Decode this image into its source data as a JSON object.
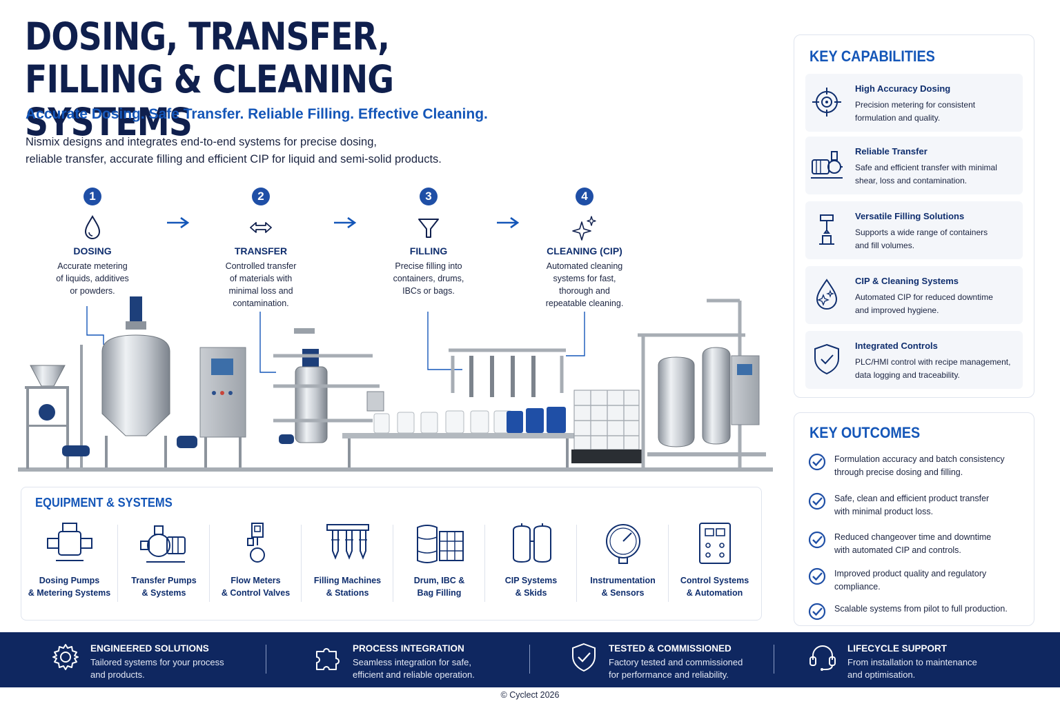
{
  "header": {
    "title_line1": "DOSING, TRANSFER,",
    "title_line2": "FILLING & CLEANING SYSTEMS",
    "tagline": "Accurate Dosing. Safe Transfer. Reliable Filling. Effective Cleaning.",
    "intro_line1": "Nismix designs and integrates end-to-end systems for precise dosing,",
    "intro_line2": "reliable transfer, accurate filling and efficient CIP for liquid and semi-solid products."
  },
  "steps": [
    {
      "num": "1",
      "icon": "droplet-icon",
      "name": "DOSING",
      "lines": [
        "Accurate metering",
        "of liquids, additives",
        "or powders."
      ]
    },
    {
      "num": "2",
      "icon": "double-arrow-icon",
      "name": "TRANSFER",
      "lines": [
        "Controlled transfer",
        "of materials with",
        "minimal loss and",
        "contamination."
      ]
    },
    {
      "num": "3",
      "icon": "funnel-icon",
      "name": "FILLING",
      "lines": [
        "Precise filling into",
        "containers, drums,",
        "IBCs or bags."
      ]
    },
    {
      "num": "4",
      "icon": "sparkle-icon",
      "name": "CLEANING (CIP)",
      "lines": [
        "Automated cleaning",
        "systems for fast,",
        "thorough and",
        "repeatable cleaning."
      ]
    }
  ],
  "equipment": {
    "title": "EQUIPMENT & SYSTEMS",
    "items": [
      {
        "icon": "dosing-pump-icon",
        "line1": "Dosing Pumps",
        "line2": "& Metering Systems"
      },
      {
        "icon": "transfer-pump-icon",
        "line1": "Transfer Pumps",
        "line2": "& Systems"
      },
      {
        "icon": "flow-meter-icon",
        "line1": "Flow Meters",
        "line2": "& Control Valves"
      },
      {
        "icon": "filling-nozzles-icon",
        "line1": "Filling Machines",
        "line2": "& Stations"
      },
      {
        "icon": "drum-ibc-icon",
        "line1": "Drum, IBC &",
        "line2": "Bag Filling"
      },
      {
        "icon": "cip-tanks-icon",
        "line1": "CIP Systems",
        "line2": "& Skids"
      },
      {
        "icon": "gauge-icon",
        "line1": "Instrumentation",
        "line2": "& Sensors"
      },
      {
        "icon": "control-panel-icon",
        "line1": "Control Systems",
        "line2": "& Automation"
      }
    ]
  },
  "capabilities": {
    "title": "KEY CAPABILITIES",
    "items": [
      {
        "icon": "target-icon",
        "name": "High Accuracy Dosing",
        "line1": "Precision metering for consistent",
        "line2": "formulation and quality."
      },
      {
        "icon": "pump-icon",
        "name": "Reliable Transfer",
        "line1": "Safe and efficient transfer with minimal",
        "line2": "shear, loss and contamination."
      },
      {
        "icon": "filler-icon",
        "name": "Versatile Filling Solutions",
        "line1": "Supports a wide range of containers",
        "line2": "and fill volumes."
      },
      {
        "icon": "clean-drop-icon",
        "name": "CIP & Cleaning Systems",
        "line1": "Automated CIP for reduced downtime",
        "line2": "and improved hygiene."
      },
      {
        "icon": "shield-check-icon",
        "name": "Integrated Controls",
        "line1": "PLC/HMI control with recipe management,",
        "line2": "data logging and traceability."
      }
    ]
  },
  "outcomes": {
    "title": "KEY OUTCOMES",
    "items": [
      {
        "line1": "Formulation accuracy and batch consistency",
        "line2": "through precise dosing and filling."
      },
      {
        "line1": "Safe, clean and efficient product transfer",
        "line2": "with minimal product loss."
      },
      {
        "line1": "Reduced changeover time and downtime",
        "line2": "with automated CIP and controls."
      },
      {
        "line1": "Improved product quality and regulatory",
        "line2": "compliance."
      },
      {
        "line1": "Scalable systems from pilot to full production.",
        "line2": ""
      }
    ]
  },
  "footer": {
    "items": [
      {
        "icon": "gear-icon",
        "name": "ENGINEERED SOLUTIONS",
        "line1": "Tailored systems for your process",
        "line2": "and products."
      },
      {
        "icon": "puzzle-icon",
        "name": "PROCESS INTEGRATION",
        "line1": "Seamless integration for safe,",
        "line2": "efficient and reliable operation."
      },
      {
        "icon": "shield-check-icon",
        "name": "TESTED & COMMISSIONED",
        "line1": "Factory tested and commissioned",
        "line2": "for performance and reliability."
      },
      {
        "icon": "headset-icon",
        "name": "LIFECYCLE SUPPORT",
        "line1": "From installation to maintenance",
        "line2": "and optimisation."
      }
    ]
  },
  "copyright": "© Cyclect 2026",
  "colors": {
    "navy": "#0f1f4d",
    "accent_blue": "#1456b8",
    "footer_bg": "#0f2760",
    "step_badge": "#1f4fa6"
  }
}
